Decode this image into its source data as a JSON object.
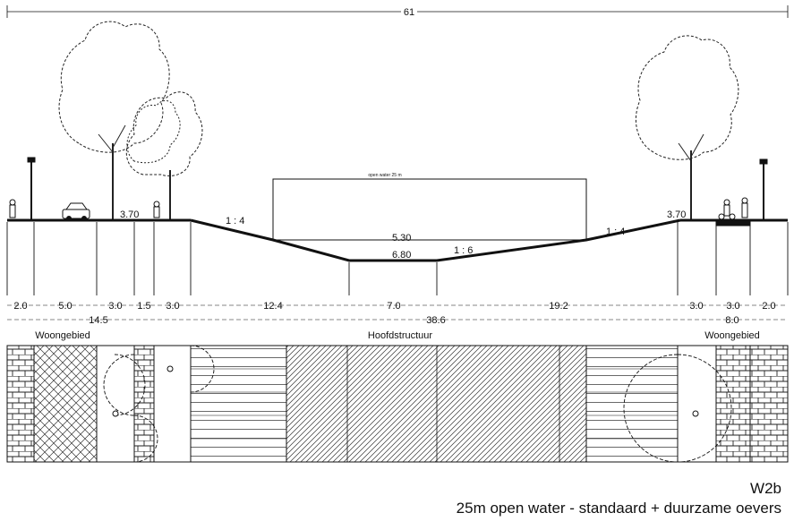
{
  "overall_width": "61",
  "water_label": "open water 25 m",
  "elevations": {
    "left_bank": "3.70",
    "right_bank": "3.70",
    "water_level": "5.30",
    "bottom": "6.80"
  },
  "slopes": {
    "left": "1 : 4",
    "bottom": "1 : 6",
    "right": "1 : 4"
  },
  "segments": [
    "2.0",
    "5.0",
    "3.0",
    "1.5",
    "3.0",
    "12.4",
    "7.0",
    "19.2",
    "3.0",
    "3.0",
    "2.0"
  ],
  "subtotals": {
    "left": "14.5",
    "middle": "38.6",
    "right": "8.0"
  },
  "zones": {
    "left": "Woongebied",
    "middle": "Hoofdstructuur",
    "right": "Woongebied"
  },
  "caption": {
    "code": "W2b",
    "title": "25m open water - standaard + duurzame oevers"
  },
  "colors": {
    "line": "#111111",
    "background": "#ffffff"
  }
}
